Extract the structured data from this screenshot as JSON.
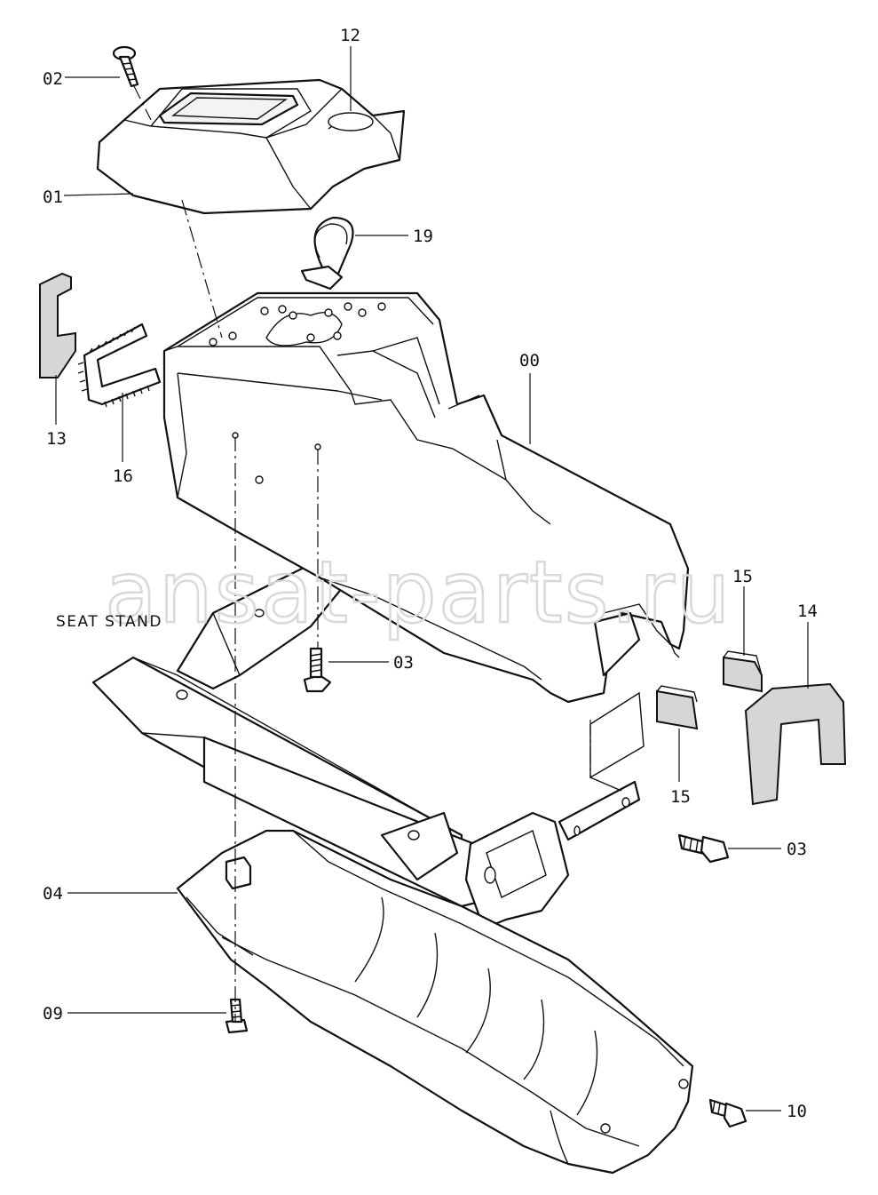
{
  "caption": "SEAT STAND",
  "watermark": "ansat-parts.ru",
  "callouts": [
    "00",
    "01",
    "02",
    "03",
    "03",
    "04",
    "09",
    "10",
    "12",
    "13",
    "14",
    "15",
    "15",
    "16",
    "19"
  ],
  "colors": {
    "line": "#111111",
    "foam": "#d6d6d6",
    "watermark": "#d9d9d9",
    "background": "#ffffff"
  }
}
